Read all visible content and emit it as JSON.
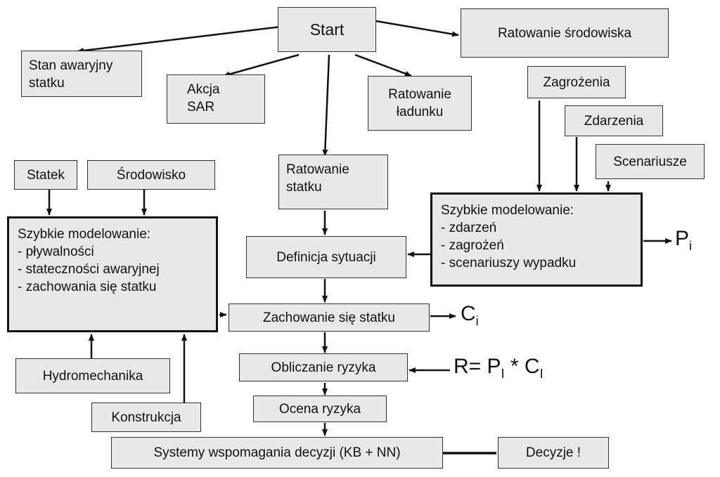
{
  "nodes": {
    "start": "Start",
    "ratowanie_srodowiska": "Ratowanie środowiska",
    "stan_awaryjny": "Stan awaryjny\nstatku",
    "akcja_sar": "Akcja\nSAR",
    "ratowanie_ladunku": "Ratowanie\nładunku",
    "zagrozenia": "Zagrożenia",
    "zdarzenia": "Zdarzenia",
    "scenariusze": "Scenariusze",
    "statek": "Statek",
    "srodowisko": "Środowisko",
    "ratowanie_statku": "Ratowanie\nstatku",
    "definicja_sytuacji": "Definicja sytuacji",
    "zachowanie_statku": "Zachowanie się statku",
    "obliczanie_ryzyka": "Obliczanie ryzyka",
    "ocena_ryzyka": "Ocena ryzyka",
    "systemy": "Systemy wspomagania decyzji (KB + NN)",
    "decyzje": "Decyzje !",
    "hydromechanika": "Hydromechanika",
    "konstrukcja": "Konstrukcja"
  },
  "modeling_left": {
    "title": "Szybkie modelowanie:",
    "items": [
      "- pływalności",
      "- stateczności awaryjnej",
      "- zachowania się statku"
    ]
  },
  "modeling_right": {
    "title": "Szybkie modelowanie:",
    "items": [
      "- zdarzeń",
      "- zagrożeń",
      "- scenariuszy wypadku"
    ]
  },
  "formulas": {
    "p_base": "P",
    "p_sub": "i",
    "c_base": "C",
    "c_sub": "i",
    "r_prefix": "R= P",
    "r_sub1": "I",
    "r_mid": " * C",
    "r_sub2": "I"
  }
}
